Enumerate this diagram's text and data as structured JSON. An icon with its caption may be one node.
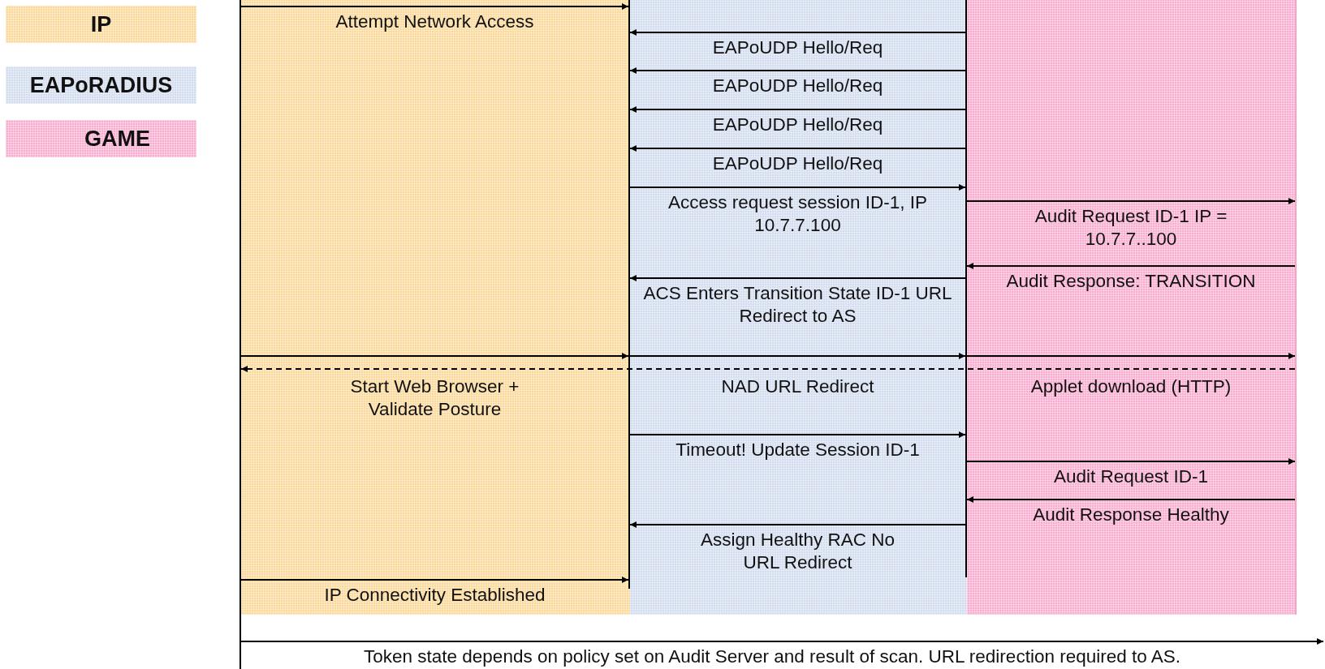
{
  "diagram": {
    "nodes": [
      {
        "text": [],
        "shape": "bar"
      },
      {
        "text": [],
        "shape": "bar"
      },
      {
        "text": [],
        "shape": "bar"
      },
      {
        "text": [],
        "shape": "bar"
      }
    ],
    "edges": [
      {
        "from": 0,
        "to": 1,
        "arrow": "to",
        "label": "Attempt Network Access"
      },
      {
        "from": 2,
        "to": 1,
        "arrow": "to",
        "label": "EAPoUDP Hello/Req"
      },
      {
        "from": 2,
        "to": 1,
        "arrow": "to",
        "label": "EAPoUDP Hello/Req"
      },
      {
        "from": 2,
        "to": 1,
        "arrow": "to",
        "label": "EAPoUDP Hello/Req"
      },
      {
        "from": 2,
        "to": 1,
        "arrow": "to",
        "label": "EAPoUDP Hello/Req"
      },
      {
        "from": 1,
        "to": 2,
        "arrow": "to",
        "label": "Access request session ID-1, IP 10.7.7.100"
      },
      {
        "from": 2,
        "to": 3,
        "arrow": "to",
        "label": "Audit Request ID-1 IP = 10.7.7..100"
      },
      {
        "from": 3,
        "to": 2,
        "arrow": "to",
        "label": "Audit Response: TRANSITION"
      },
      {
        "from": 2,
        "to": 1,
        "arrow": "to",
        "label": "ACS Enters Transition State ID-1 URL Redirect to AS"
      },
      {
        "from": 0,
        "to": 1,
        "arrow": "to",
        "label": "Start Web Browser + Validate Posture"
      },
      {
        "from": 1,
        "to": 2,
        "arrow": "to",
        "label": "NAD URL Redirect"
      },
      {
        "from": 2,
        "to": 3,
        "arrow": "to",
        "label": "Applet download (HTTP)"
      },
      {
        "from": 3,
        "to": 0,
        "arrow": "to",
        "style": "dashed"
      },
      {
        "from": 1,
        "to": 2,
        "arrow": "to",
        "label": "Timeout! Update Session ID-1"
      },
      {
        "from": 2,
        "to": 3,
        "arrow": "to",
        "label": "Audit Request ID-1"
      },
      {
        "from": 3,
        "to": 2,
        "arrow": "to",
        "label": "Audit Response Healthy"
      },
      {
        "from": 2,
        "to": 1,
        "arrow": "to",
        "label": "Assign Healthy RAC No URL Redirect"
      },
      {
        "from": 0,
        "to": 1,
        "arrow": "to",
        "label": "IP Connectivity Established"
      },
      {
        "from": 0,
        "to": null,
        "arrow": "to",
        "label": "Token state depends on policy set on Audit Server and result of scan. URL redirection required to AS."
      }
    ],
    "legend": [
      {
        "text": "IP",
        "color": "#fbd99a"
      },
      {
        "text": "EAPoRADIUS",
        "color": "#d3ddf0"
      },
      {
        "text": "GAME",
        "color": "#f9add0"
      }
    ]
  }
}
